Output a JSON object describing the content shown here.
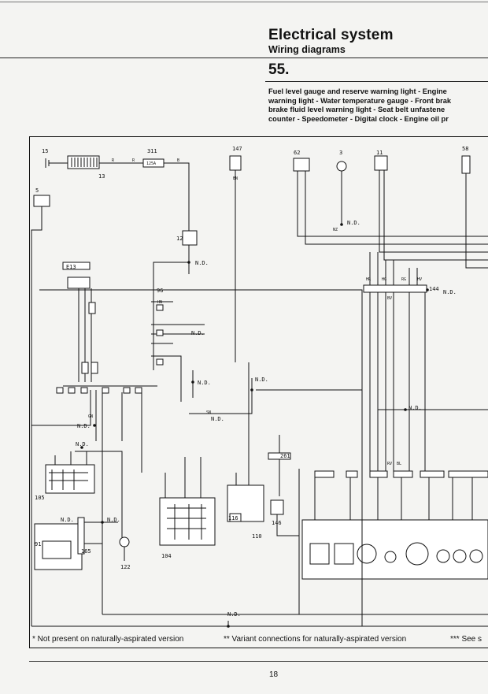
{
  "header": {
    "title": "Electrical system",
    "subtitle": "Wiring diagrams",
    "section_number": "55."
  },
  "description_lines": [
    "Fuel level gauge and reserve warning light - Engine",
    "warning light - Water temperature gauge - Front brak",
    "brake fluid level warning light - Seat belt unfastene",
    "counter - Speedometer - Digital clock - Engine oil pr"
  ],
  "footnotes": {
    "single": "* Not present on naturally-aspirated version",
    "double": "** Variant connections for naturally-aspirated version",
    "triple": "*** See s"
  },
  "page_number": "18",
  "diagram": {
    "component_numbers": [
      "15",
      "13",
      "311",
      "125A",
      "5",
      "147",
      "62",
      "3",
      "11",
      "58",
      "12",
      "E13",
      "96",
      "144",
      "261",
      "105",
      "116",
      "110",
      "146",
      "91",
      "165",
      "122",
      "104"
    ],
    "not_detected_label": "N.D.",
    "wire_colors": [
      "R",
      "B",
      "BN",
      "NZ",
      "HR",
      "HG",
      "GN",
      "SN",
      "RV",
      "BL",
      "HN",
      "BV",
      "RG",
      "HV"
    ]
  }
}
